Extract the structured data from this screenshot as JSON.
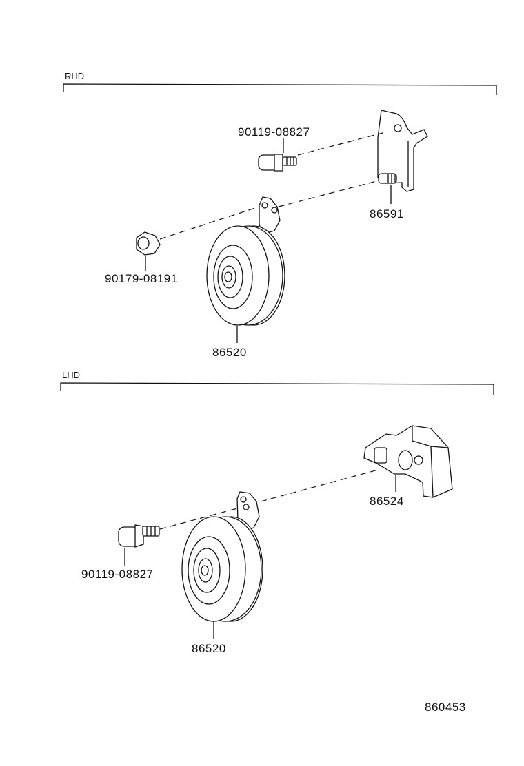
{
  "sections": {
    "rhd": {
      "label": "RHD",
      "parts": {
        "bolt": "90119-08827",
        "bracket": "86591",
        "nut": "90179-08191",
        "horn": "86520"
      }
    },
    "lhd": {
      "label": "LHD",
      "parts": {
        "bracket": "86524",
        "bolt": "90119-08827",
        "horn": "86520"
      }
    }
  },
  "illustration_number": "860453"
}
